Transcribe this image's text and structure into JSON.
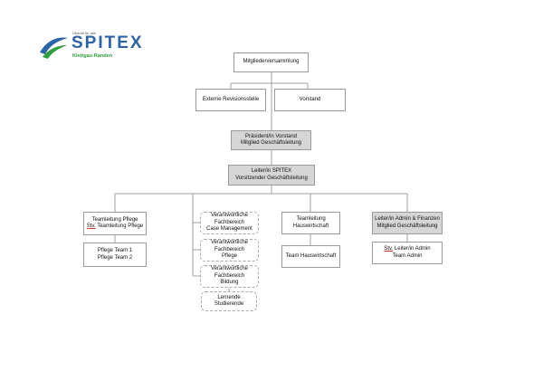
{
  "logo": {
    "tagline": "Überall für alle",
    "name": "SPITEX",
    "region": "Klettgau-Randen",
    "colors": {
      "blue": "#2d63a8",
      "green": "#2e9d3c"
    }
  },
  "org": {
    "mitgliederversammlung": "Mitgliederversammlung",
    "revisionsstelle": "Externe Revisionsstelle",
    "vorstand": "Vorstand",
    "praesident": {
      "line1": "Präsident/in Vorstand",
      "line2": "Mitglied Geschäftsleitung"
    },
    "leiter": {
      "line1": "Leiter/in SPITEX",
      "line2": "Vorsitzender Geschäftsleitung"
    },
    "pflege": {
      "line1": "Teamleitung Pflege",
      "line2_prefix": "Stv.",
      "line2_rest": " Teamleitung Pflege"
    },
    "pflege_teams": {
      "line1": "Pflege Team 1",
      "line2": "Pflege Team 2"
    },
    "fb_case": {
      "line1": "Verantwortliche",
      "line2": "Fachbereich",
      "line3": "Case Management"
    },
    "fb_pflege": {
      "line1": "Verantwortliche",
      "line2": "Fachbereich",
      "line3": "Pflege"
    },
    "fb_bildung": {
      "line1": "Verantwortliche",
      "line2": "Fachbereich",
      "line3": "Bildung"
    },
    "lernende": {
      "line1": "Lernende",
      "line2": "Studierende"
    },
    "hauswirtschaft": {
      "line1": "Teamleitung",
      "line2": "Hauswirtschaft"
    },
    "team_hauswirtschaft": "Team Hauswirtschaft",
    "admin": {
      "line1": "Leiter/in Admin & Finanzen",
      "line2": "Mitglied Geschäftsleitung"
    },
    "admin_team": {
      "line1_prefix": "Stv.",
      "line1_rest": " Leiter/in Admin",
      "line2": "Team Admin"
    }
  }
}
